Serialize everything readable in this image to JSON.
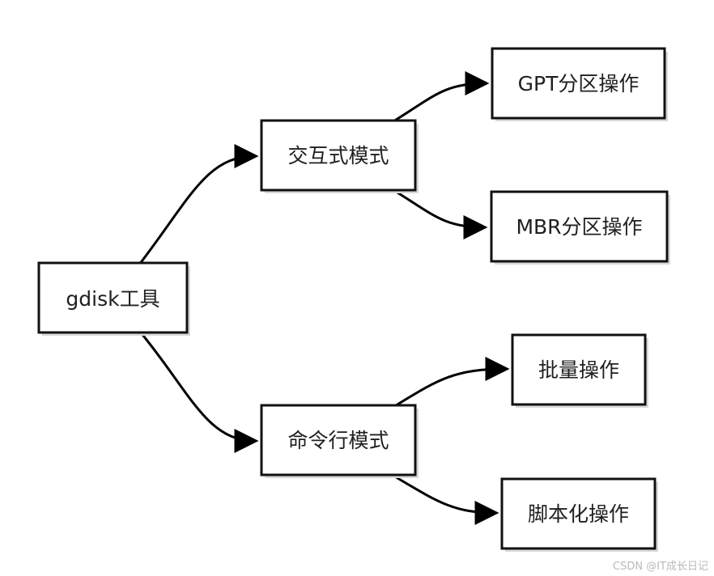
{
  "nodes": {
    "root": "gdisk工具",
    "interactive": "交互式模式",
    "commandline": "命令行模式",
    "gpt": "GPT分区操作",
    "mbr": "MBR分区操作",
    "batch": "批量操作",
    "script": "脚本化操作"
  },
  "colors": {
    "stroke": "#111111",
    "text": "#1f1f1f",
    "shadow": "#d9d9d9",
    "watermark": "#b9b9b9"
  },
  "watermark": "CSDN @IT成长日记"
}
